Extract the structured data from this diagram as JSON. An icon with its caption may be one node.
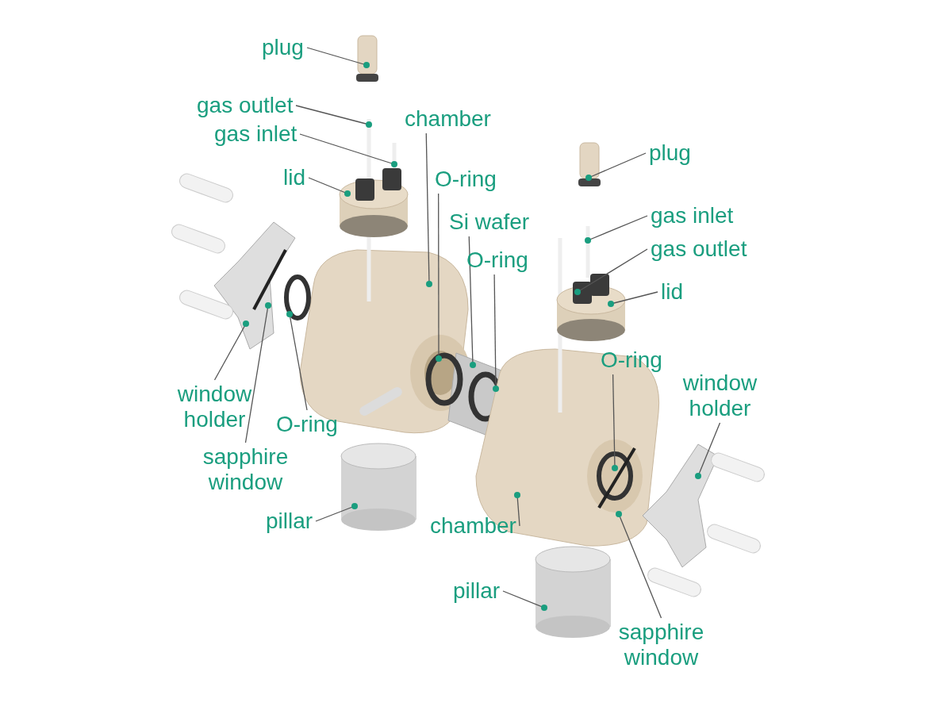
{
  "diagram": {
    "nodes": [
      {
        "text": [
          "plug"
        ]
      },
      {
        "text": [
          "gas outlet"
        ]
      },
      {
        "text": [
          "gas inlet"
        ]
      },
      {
        "text": [
          "lid"
        ]
      },
      {
        "text": [
          "chamber"
        ]
      },
      {
        "text": [
          "O-ring"
        ]
      },
      {
        "text": [
          "Si wafer"
        ]
      },
      {
        "text": [
          "O-ring"
        ]
      },
      {
        "text": [
          "plug"
        ]
      },
      {
        "text": [
          "gas inlet"
        ]
      },
      {
        "text": [
          "gas outlet"
        ]
      },
      {
        "text": [
          "lid"
        ]
      },
      {
        "text": [
          "O-ring"
        ]
      },
      {
        "text": [
          "window holder"
        ]
      },
      {
        "text": [
          "window holder"
        ]
      },
      {
        "text": [
          "O-ring"
        ]
      },
      {
        "text": [
          "sapphire window"
        ]
      },
      {
        "text": [
          "pillar"
        ]
      },
      {
        "text": [
          "chamber"
        ]
      },
      {
        "text": [
          "pillar"
        ]
      },
      {
        "text": [
          "sapphire window"
        ]
      }
    ],
    "edges": [
      {
        "from": 0,
        "to": null,
        "arrow": "other"
      },
      {
        "from": 1,
        "to": null,
        "arrow": "other"
      },
      {
        "from": 2,
        "to": null,
        "arrow": "other"
      },
      {
        "from": 3,
        "to": null,
        "arrow": "other"
      },
      {
        "from": 4,
        "to": null,
        "arrow": "other"
      },
      {
        "from": 5,
        "to": null,
        "arrow": "other"
      },
      {
        "from": 6,
        "to": null,
        "arrow": "other"
      },
      {
        "from": 7,
        "to": null,
        "arrow": "other"
      },
      {
        "from": 8,
        "to": null,
        "arrow": "other"
      },
      {
        "from": 9,
        "to": null,
        "arrow": "other"
      },
      {
        "from": 10,
        "to": null,
        "arrow": "other"
      },
      {
        "from": 11,
        "to": null,
        "arrow": "other"
      },
      {
        "from": 12,
        "to": null,
        "arrow": "other"
      },
      {
        "from": 13,
        "to": null,
        "arrow": "other"
      },
      {
        "from": 14,
        "to": null,
        "arrow": "other"
      },
      {
        "from": 15,
        "to": null,
        "arrow": "other"
      },
      {
        "from": 16,
        "to": null,
        "arrow": "other"
      },
      {
        "from": 17,
        "to": null,
        "arrow": "other"
      },
      {
        "from": 18,
        "to": null,
        "arrow": "other"
      },
      {
        "from": 19,
        "to": null,
        "arrow": "other"
      },
      {
        "from": 20,
        "to": null,
        "arrow": "other"
      }
    ]
  }
}
